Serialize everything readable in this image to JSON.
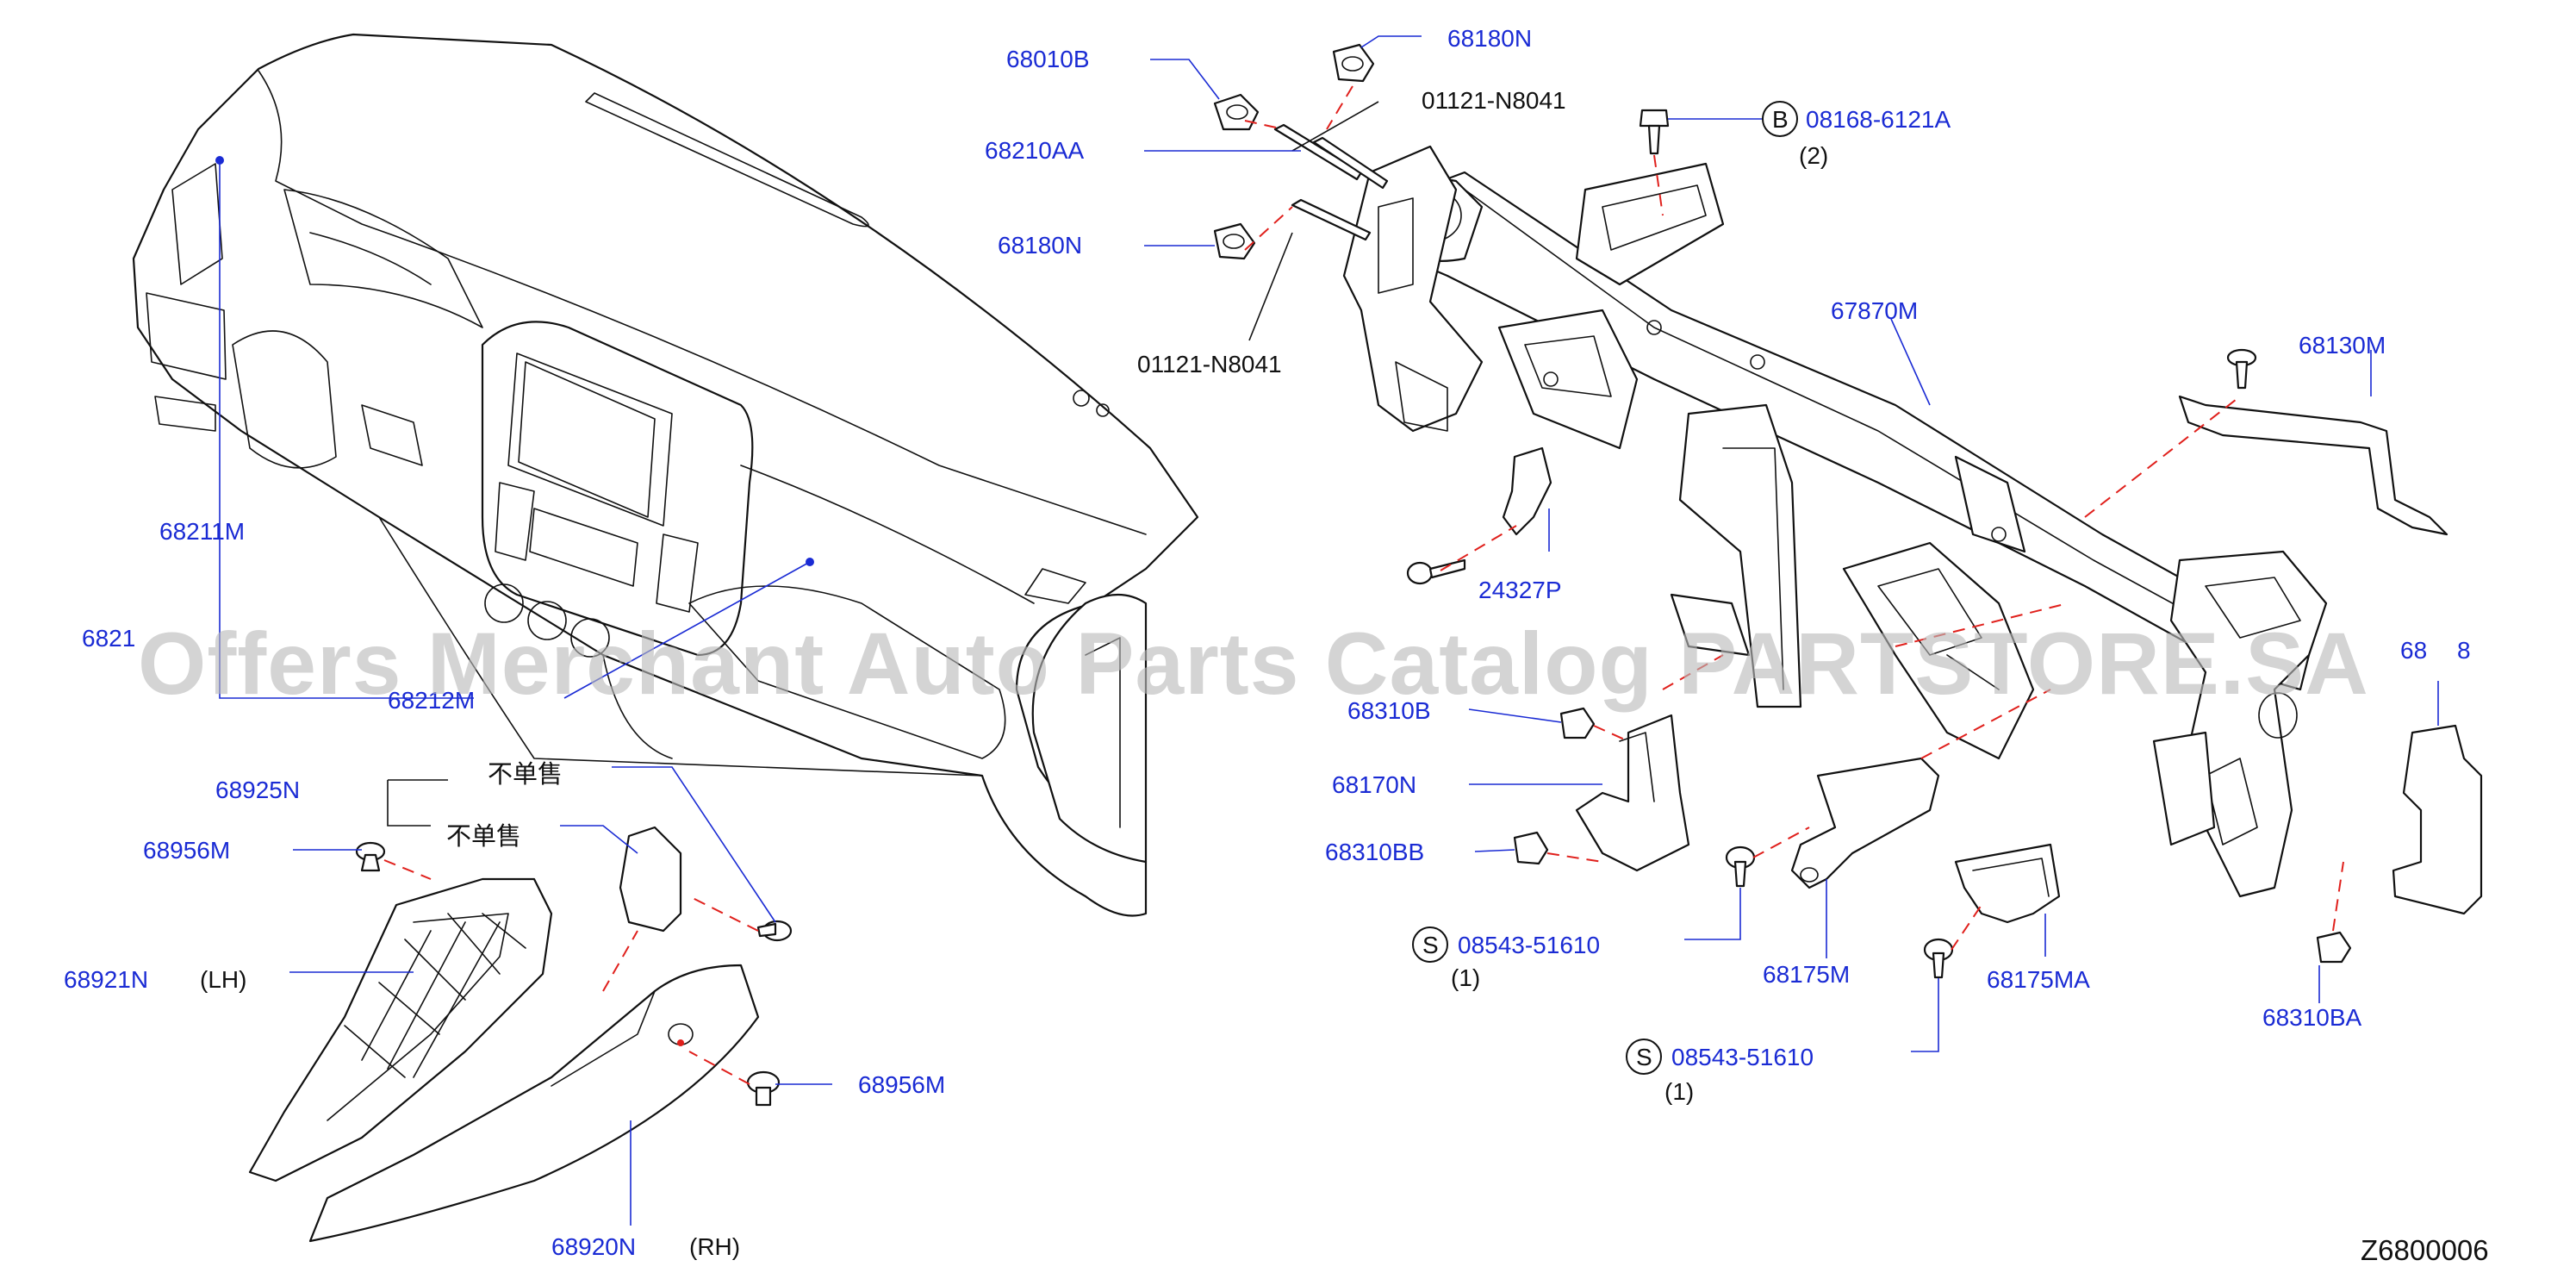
{
  "diagram": {
    "reference_code": "Z6800006",
    "watermark": "Offers Merchant Auto Parts Catalog PARTSTORE.SA",
    "labels": {
      "p68010B": "68010B",
      "p68180N_top": "68180N",
      "p01121_top": "01121-N8041",
      "p68210AA": "68210AA",
      "p68180N_mid": "68180N",
      "p01121_bottom": "01121-N8041",
      "p08168": "08168-6121A",
      "p08168_badge": "B",
      "p08168_qty": "(2)",
      "p67870M": "67870M",
      "p68130M": "68130M",
      "p68211M": "68211M",
      "p6821_cut": "6821",
      "p68212M": "68212M",
      "p24327P": "24327P",
      "p68310B": "68310B",
      "p68170N": "68170N",
      "p68310BB": "68310BB",
      "p08543_a": "08543-51610",
      "p08543_a_badge": "S",
      "p08543_a_qty": "(1)",
      "p08543_b": "08543-51610",
      "p08543_b_badge": "S",
      "p08543_b_qty": "(1)",
      "p68175M": "68175M",
      "p68175MA": "68175MA",
      "p68310BA": "68310BA",
      "p68_cut": "68",
      "p8_cut": "8",
      "p68925N": "68925N",
      "not_sold_a": "不单售",
      "not_sold_b": "不单售",
      "p68956M_left": "68956M",
      "p68921N": "68921N",
      "lh": "(LH)",
      "p68956M_right": "68956M",
      "p68920N": "68920N",
      "rh": "(RH)"
    }
  }
}
